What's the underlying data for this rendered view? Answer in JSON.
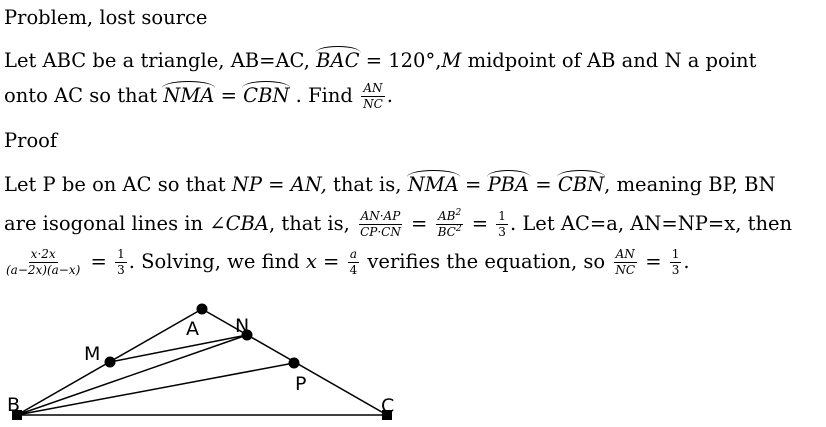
{
  "heading_problem": "Problem, lost source",
  "problem": {
    "p1": "Let ABC be a triangle, AB=AC, ",
    "angle_bac": "BAC",
    "p2": " = 120°,",
    "var_m": "M",
    "p3": " midpoint of AB and N a point",
    "p4": "onto AC so that ",
    "angle_nma": "NMA",
    "eq": " = ",
    "angle_cbn": "CBN",
    "p5": " . Find ",
    "frac_num": "AN",
    "frac_den": "NC",
    "end": "."
  },
  "heading_proof": "Proof",
  "proof": {
    "l1a": "Let P be on AC so that ",
    "l1_np_an": "NP = AN,",
    "l1b": " that is, ",
    "angle_nma": "NMA",
    "eq": " = ",
    "angle_pba": "PBA",
    "angle_cbn": "CBN",
    "l1c": ", meaning BP, BN",
    "l2a": "are isogonal lines in ",
    "angle_cba": "∠CBA",
    "l2b": ", that is, ",
    "f1_num": "AN·AP",
    "f1_den": "CP·CN",
    "f2_num_base": "AB",
    "f2_den_base": "BC",
    "exp": "2",
    "one": "1",
    "three": "3",
    "l2c": ". Let AC=a, AN=NP=x, then",
    "f3_num": "x·2x",
    "f3_den": "(a−2x)(a−x)",
    "l3a": ". Solving, we find ",
    "var_x": "x",
    "var_a": "a",
    "four": "4",
    "l3b": " verifies the equation, so ",
    "f5_num": "AN",
    "f5_den": "NC",
    "end": "."
  },
  "figure": {
    "labels": {
      "A": "A",
      "B": "B",
      "C": "C",
      "M": "M",
      "N": "N",
      "P": "P"
    }
  }
}
